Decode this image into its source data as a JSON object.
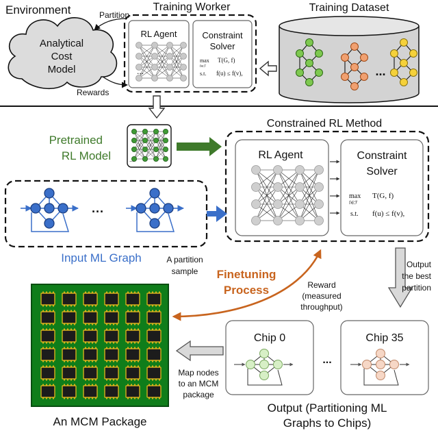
{
  "top": {
    "environment_label": "Environment",
    "cost_model_lines": [
      "Analytical",
      "Cost",
      "Model"
    ],
    "partition_label": "Partition",
    "rewards_label": "Rewards",
    "training_worker_label": "Training Worker",
    "training_dataset_label": "Training Dataset",
    "rl_agent_label": "RL Agent",
    "solver_lines": [
      "Constraint",
      "Solver"
    ],
    "formula_max": "max",
    "formula_sub": "f∈ℱ",
    "formula_obj": "T(G, f)",
    "formula_st": "s.t.",
    "formula_cons": "f(u) ≤ f(v),",
    "ellipsis": "..."
  },
  "middle": {
    "pretrained_lines": [
      "Pretrained",
      "RL Model"
    ],
    "input_graph_label": "Input ML Graph",
    "constrained_title": "Constrained RL Method",
    "rl_agent_label": "RL Agent",
    "solver_lines": [
      "Constraint",
      "Solver"
    ],
    "formula_max": "max",
    "formula_sub": "f∈ℱ",
    "formula_obj": "T(G, f)",
    "formula_st": "s.t.",
    "formula_cons": "f(u) ≤ f(v),",
    "ellipsis": "···"
  },
  "bottom": {
    "partition_sample_lines": [
      "A partition",
      "sample"
    ],
    "finetuning_lines": [
      "Finetuning",
      "Process"
    ],
    "reward_lines": [
      "Reward",
      "(measured",
      "throughput)"
    ],
    "output_best_lines": [
      "Output",
      "the best",
      "partition"
    ],
    "chip0_label": "Chip 0",
    "chip35_label": "Chip 35",
    "chips_ellipsis": "...",
    "map_nodes_lines": [
      "Map nodes",
      "to an MCM",
      "package"
    ],
    "output_lines": [
      "Output (Partitioning ML",
      "Graphs to Chips)"
    ],
    "mcm_label": "An MCM Package"
  },
  "colors": {
    "finetune_orange": "#c8641e",
    "graph_blue": "#3a6fc9",
    "pretrained_green": "#3f7a2b",
    "pcb_green": "#0f7d1a",
    "chip0_green": "#d7efc6",
    "chip35_pink": "#f6d7c6"
  }
}
